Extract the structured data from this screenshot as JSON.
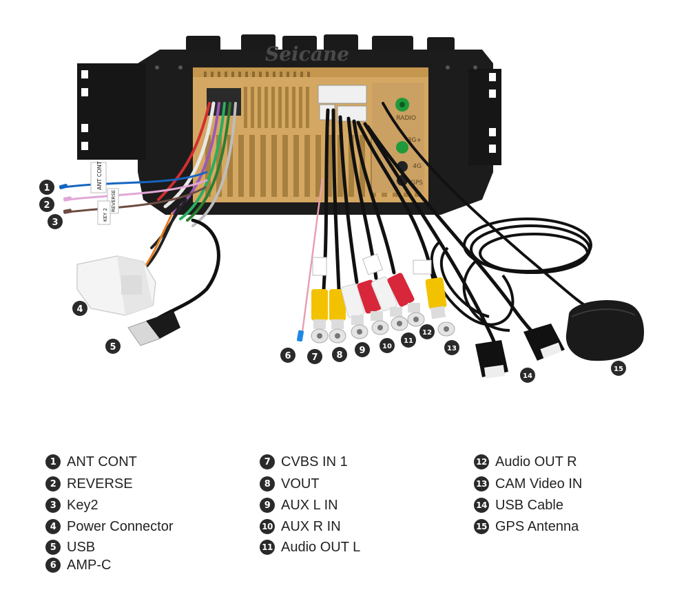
{
  "brand": {
    "watermark": "Seicane"
  },
  "unit": {
    "label_sticker_top": "ANT CONT",
    "label_sticker_mid": "REVERSE",
    "label_sticker_key": "KEY 2",
    "port_labels": [
      "RADIO",
      "3G+",
      "4G",
      "GPS"
    ]
  },
  "callouts": [
    {
      "num": "1",
      "label": "ANT CONT"
    },
    {
      "num": "2",
      "label": "REVERSE"
    },
    {
      "num": "3",
      "label": "Key2"
    },
    {
      "num": "4",
      "label": "Power Connector"
    },
    {
      "num": "5",
      "label": "USB"
    },
    {
      "num": "6",
      "label": "AMP-C"
    },
    {
      "num": "7",
      "label": "CVBS IN 1"
    },
    {
      "num": "8",
      "label": "VOUT"
    },
    {
      "num": "9",
      "label": "AUX L IN"
    },
    {
      "num": "10",
      "label": "AUX R IN"
    },
    {
      "num": "11",
      "label": "Audio OUT L"
    },
    {
      "num": "12",
      "label": "Audio OUT R"
    },
    {
      "num": "13",
      "label": "CAM Video IN"
    },
    {
      "num": "14",
      "label": "USB Cable"
    },
    {
      "num": "15",
      "label": "GPS Antenna"
    }
  ],
  "colors": {
    "rca_yellow": "#f2c200",
    "rca_red": "#d8273a",
    "rca_white": "#f2f2f2",
    "board_gold": "#d4a862",
    "housing": "#1c1c1c",
    "badge": "#2a2a2a"
  }
}
